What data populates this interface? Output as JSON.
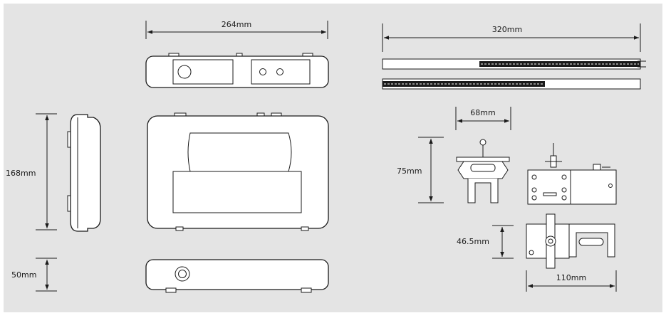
{
  "dimensions": {
    "width_264": "264mm",
    "height_168": "168mm",
    "depth_50": "50mm",
    "length_320": "320mm",
    "bracket_width_68": "68mm",
    "bracket_height_75": "75mm",
    "bracket_depth_46_5": "46.5mm",
    "bracket_length_110": "110mm"
  },
  "colors": {
    "background": "#e4e4e4",
    "stroke": "#1a1a1a",
    "part_fill": "#ffffff"
  }
}
